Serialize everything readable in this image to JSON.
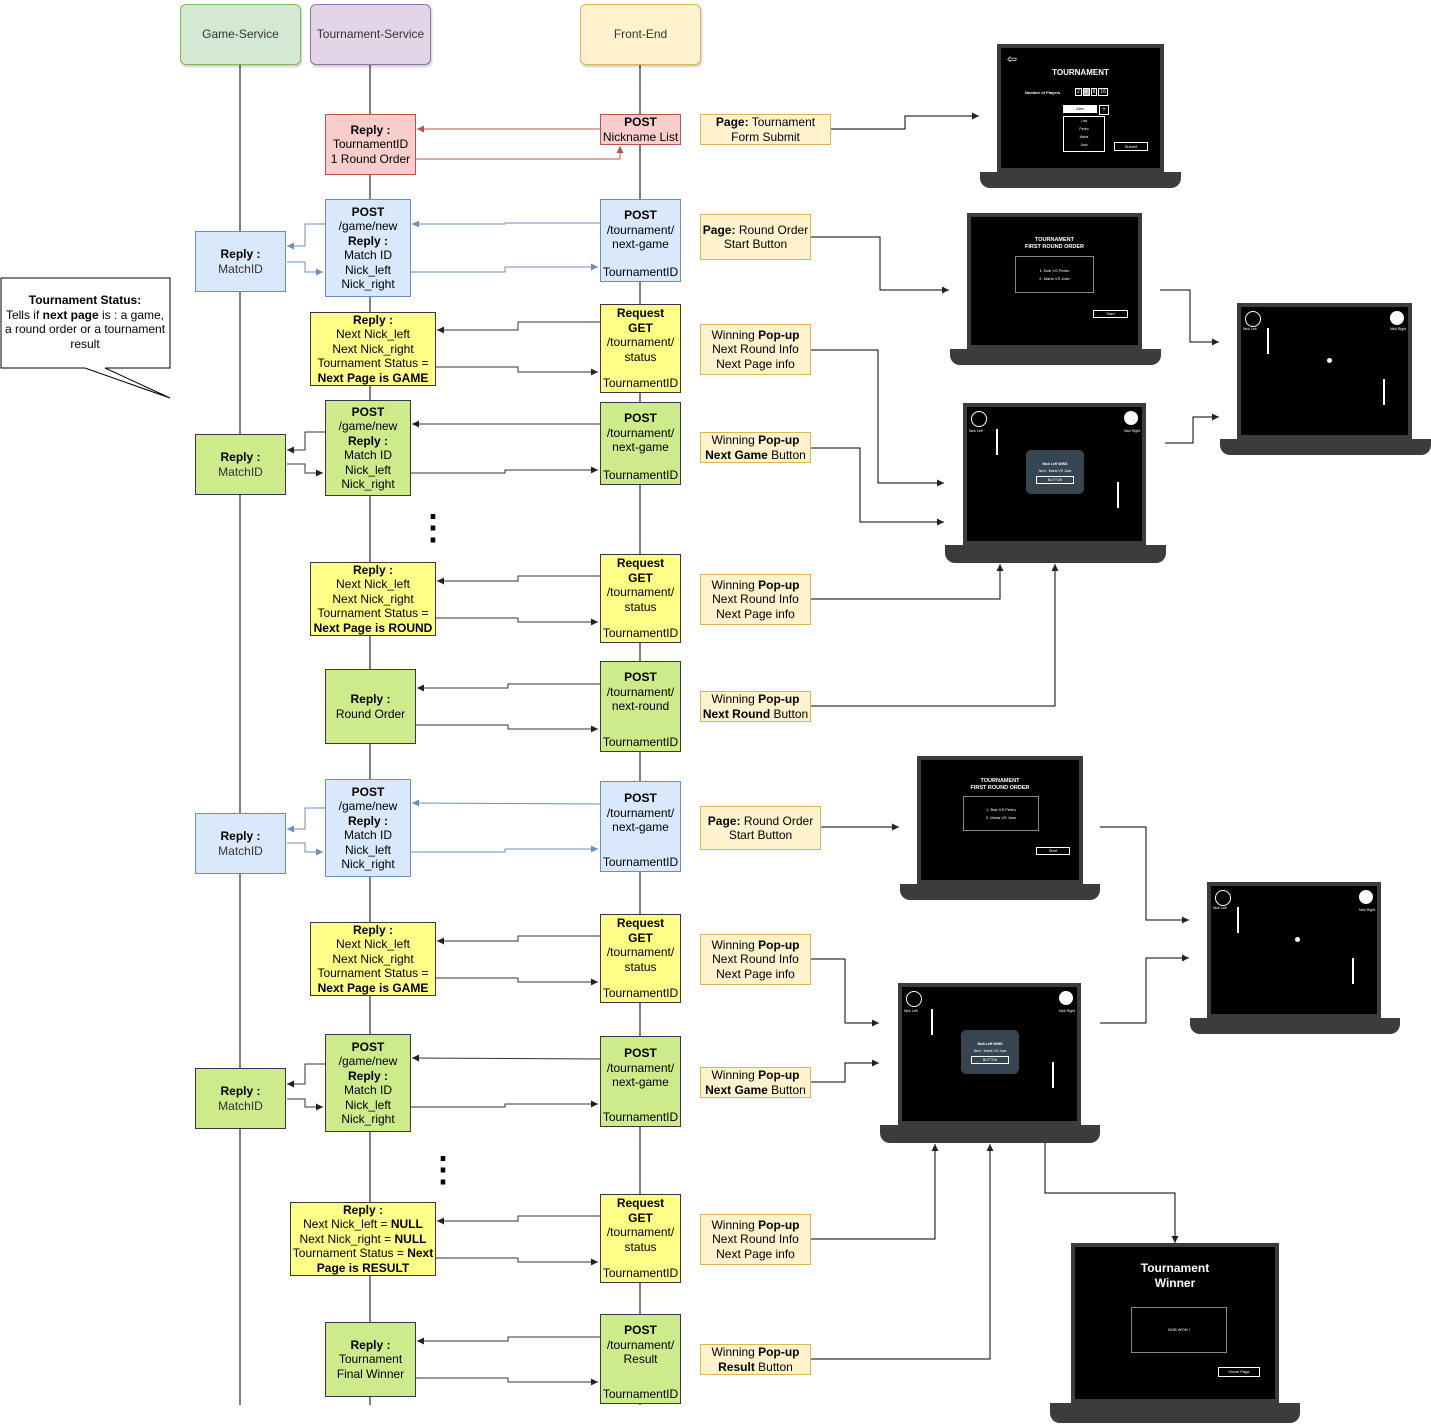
{
  "lanes": {
    "game": "Game-Service",
    "tournament": "Tournament-Service",
    "frontend": "Front-End"
  },
  "callout": {
    "title": "Tournament Status:",
    "pre": "Tells if ",
    "bold": "next page",
    "post": " is : a game, a round order or a tournament result"
  },
  "ellipsis": "⋮",
  "row1": {
    "front": {
      "l1": "POST",
      "l2": "Nickname List"
    },
    "tour": {
      "l1": "Reply :",
      "l2": "TournamentID",
      "l3": "1 Round Order"
    },
    "note": {
      "b": "Page:",
      "t1": " Tournament",
      "t2": "Form Submit"
    }
  },
  "row2": {
    "game": {
      "l1": "Reply :",
      "l2": "MatchID"
    },
    "tour": {
      "l1": "POST",
      "l2": "/game/new",
      "l3": "Reply :",
      "l4": "Match ID",
      "l5": "Nick_left",
      "l6": "Nick_right"
    },
    "front": {
      "l1": "POST",
      "l2": "/tournament/",
      "l3": "next-game",
      "l4": "TournamentID"
    },
    "note": {
      "b": "Page:",
      "t1": " Round Order",
      "t2": "Start Button"
    }
  },
  "row3": {
    "tour": {
      "l1": "Reply :",
      "l2": "Next Nick_left",
      "l3": "Next Nick_right",
      "l4": "Tournament Status =",
      "l5": "Next Page is GAME"
    },
    "front": {
      "l1": "Request",
      "l2": "GET",
      "l3": "/tournament/",
      "l4": "status",
      "l5": "TournamentID"
    },
    "note": {
      "t0": "Winning ",
      "b": "Pop-up",
      "t1": "Next Round Info",
      "t2": "Next Page info"
    }
  },
  "row4": {
    "game": {
      "l1": "Reply :",
      "l2": "MatchID"
    },
    "tour": {
      "l1": "POST",
      "l2": "/game/new",
      "l3": "Reply :",
      "l4": "Match ID",
      "l5": "Nick_left",
      "l6": "Nick_right"
    },
    "front": {
      "l1": "POST",
      "l2": "/tournament/",
      "l3": "next-game",
      "l4": "TournamentID"
    },
    "note": {
      "t0": "Winning ",
      "b": "Pop-up",
      "b2": "Next Game",
      "t2": " Button"
    }
  },
  "row5": {
    "tour": {
      "l1": "Reply :",
      "l2": "Next Nick_left",
      "l3": "Next Nick_right",
      "l4": "Tournament Status =",
      "l5": "Next Page is ROUND"
    },
    "front": {
      "l1": "Request",
      "l2": "GET",
      "l3": "/tournament/",
      "l4": "status",
      "l5": "TournamentID"
    },
    "note": {
      "t0": "Winning ",
      "b": "Pop-up",
      "t1": "Next Round Info",
      "t2": "Next Page info"
    }
  },
  "row6": {
    "tour": {
      "l1": "Reply :",
      "l2": "Round Order"
    },
    "front": {
      "l1": "POST",
      "l2": "/tournament/",
      "l3": "next-round",
      "l4": "TournamentID"
    },
    "note": {
      "t0": "Winning ",
      "b": "Pop-up",
      "b2": "Next Round",
      "t2": " Button"
    }
  },
  "row7": {
    "game": {
      "l1": "Reply :",
      "l2": "MatchID"
    },
    "tour": {
      "l1": "POST",
      "l2": "/game/new",
      "l3": "Reply :",
      "l4": "Match ID",
      "l5": "Nick_left",
      "l6": "Nick_right"
    },
    "front": {
      "l1": "POST",
      "l2": "/tournament/",
      "l3": "next-game",
      "l4": "TournamentID"
    },
    "note": {
      "b": "Page:",
      "t1": " Round Order",
      "t2": "Start Button"
    }
  },
  "row8": {
    "tour": {
      "l1": "Reply :",
      "l2": "Next Nick_left",
      "l3": "Next Nick_right",
      "l4": "Tournament Status =",
      "l5": "Next Page is GAME"
    },
    "front": {
      "l1": "Request",
      "l2": "GET",
      "l3": "/tournament/",
      "l4": "status",
      "l5": "TournamentID"
    },
    "note": {
      "t0": "Winning ",
      "b": "Pop-up",
      "t1": "Next Round Info",
      "t2": "Next Page info"
    }
  },
  "row9": {
    "game": {
      "l1": "Reply :",
      "l2": "MatchID"
    },
    "tour": {
      "l1": "POST",
      "l2": "/game/new",
      "l3": "Reply :",
      "l4": "Match ID",
      "l5": "Nick_left",
      "l6": "Nick_right"
    },
    "front": {
      "l1": "POST",
      "l2": "/tournament/",
      "l3": "next-game",
      "l4": "TournamentID"
    },
    "note": {
      "t0": "Winning ",
      "b": "Pop-up",
      "b2": "Next Game",
      "t2": " Button"
    }
  },
  "row10": {
    "tour": {
      "l1": "Reply :",
      "l2a": "Next Nick_left = ",
      "l2b": "NULL",
      "l3a": "Next Nick_right = ",
      "l3b": "NULL",
      "l4a": "Tournament Status = ",
      "l4b": "Next",
      "l5": "Page is RESULT"
    },
    "front": {
      "l1": "Request",
      "l2": "GET",
      "l3": "/tournament/",
      "l4": "status",
      "l5": "TournamentID"
    },
    "note": {
      "t0": "Winning ",
      "b": "Pop-up",
      "t1": "Next Round Info",
      "t2": "Next Page info"
    }
  },
  "row11": {
    "tour": {
      "l1": "Reply :",
      "l2": "Tournament",
      "l3": "Final Winner"
    },
    "front": {
      "l1": "POST",
      "l2": "/tournament/",
      "l3": "Result",
      "l4": "TournamentID"
    },
    "note": {
      "t0": "Winning ",
      "b": "Pop-up",
      "b2": "Result",
      "t2": " Button"
    }
  },
  "screens": {
    "form": {
      "title": "TOURNAMENT",
      "players_label": "Number of Players",
      "sizes": [
        "2",
        "4",
        "8",
        "16"
      ],
      "field": "Alex",
      "plus": "+",
      "list": [
        "Luis",
        "Pedro",
        "Maria",
        "Jose"
      ],
      "submit": "Submit"
    },
    "round": {
      "title1": "TOURNAMENT",
      "title2": "FIRST ROUND ORDER",
      "m1": "1. Bob VS Pedro",
      "m2": "2. Maria VS Jose",
      "start": "Start"
    },
    "game": {
      "nick_left": "Nick Left",
      "nick_right": "Nick Right"
    },
    "popup": {
      "title": "Nick Left WINS",
      "next": "Next : Maria VS Jose",
      "button": "BUTTON"
    },
    "winner": {
      "title1": "Tournament",
      "title2": "Winner",
      "msg": "BOB WON !",
      "button": "Home Page"
    }
  },
  "colors": {
    "blue_arrow": "#6c8ebf",
    "red_arrow": "#b85450",
    "dark_arrow": "#333333"
  }
}
